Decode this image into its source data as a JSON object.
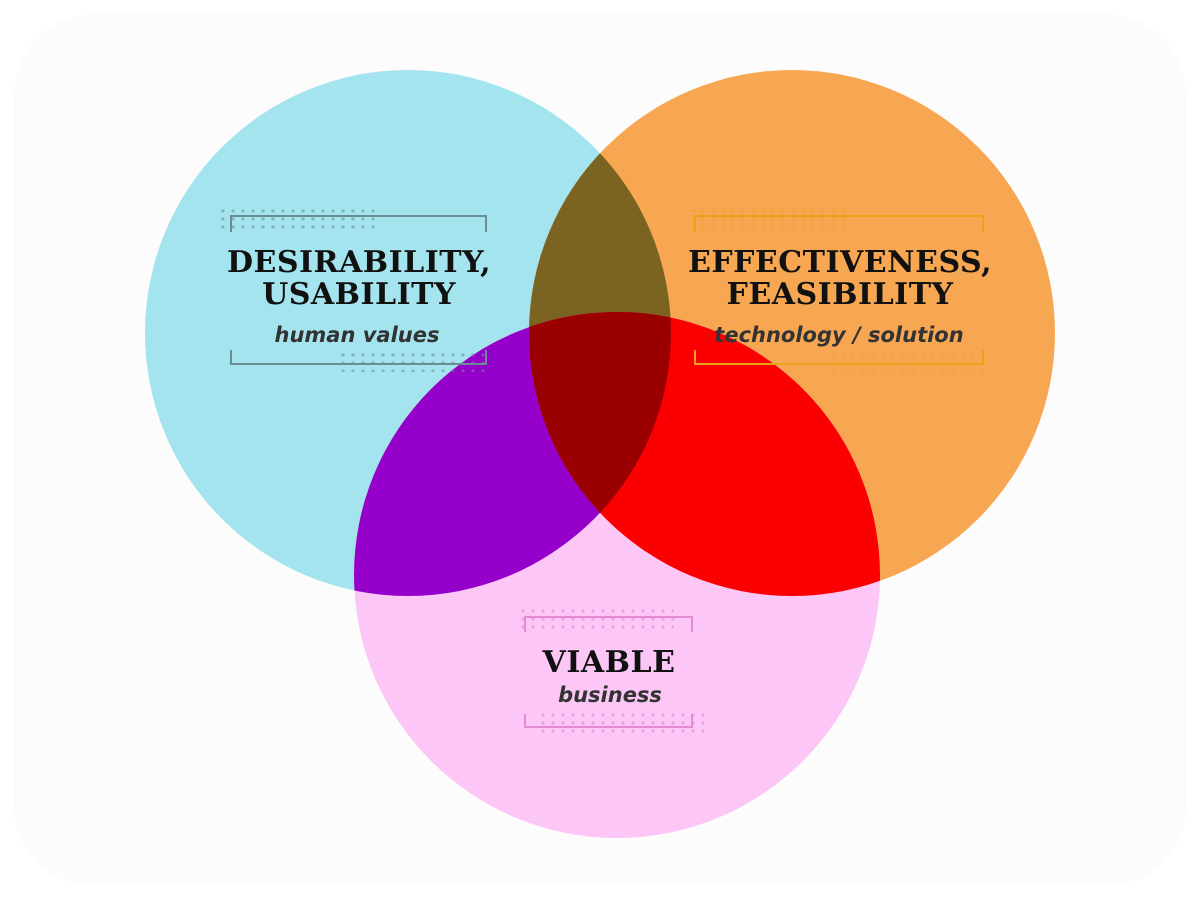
{
  "diagram": {
    "colors": {
      "desirability": "#a3e4ee",
      "feasibility": "#f7a752",
      "viable": "#fcc6f6",
      "desirability_feasibility": "#7b6421",
      "desirability_viable": "#9600cb",
      "feasibility_viable": "#fb0000",
      "all_three": "#9a0000",
      "desirability_accent": "#6a8d94",
      "feasibility_accent": "#e8a418",
      "viable_accent": "#e48cd2"
    },
    "sets": [
      {
        "id": "desirability",
        "title_line1": "DESIRABILITY,",
        "title_line2": "USABILITY",
        "subtitle": "human values"
      },
      {
        "id": "feasibility",
        "title_line1": "EFFECTIVENESS,",
        "title_line2": "FEASIBILITY",
        "subtitle": "technology / solution"
      },
      {
        "id": "viable",
        "title_line1": "VIABLE",
        "subtitle": "business"
      }
    ]
  }
}
